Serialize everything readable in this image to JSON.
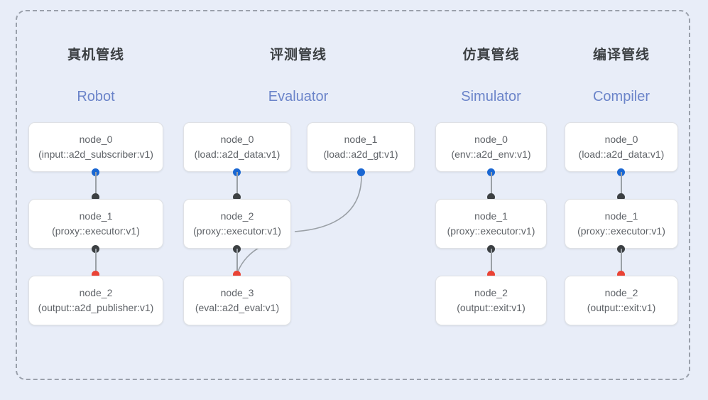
{
  "diagram": {
    "title_hint": "pipeline-topology",
    "background_color": "#e8edf8",
    "border_color": "#9aa0ab",
    "accent_blue": "#1a67d2",
    "accent_red": "#ea4335",
    "accent_dark": "#3c4043",
    "subtitle_color": "#6b84c9"
  },
  "columns": [
    {
      "title_cn": "真机管线",
      "title_en": "Robot",
      "nodes": [
        {
          "id": "node_0",
          "kind": "(input::a2d_subscriber:v1)"
        },
        {
          "id": "node_1",
          "kind": "(proxy::executor:v1)"
        },
        {
          "id": "node_2",
          "kind": "(output::a2d_publisher:v1)"
        }
      ]
    },
    {
      "title_cn": "评测管线",
      "title_en": "Evaluator",
      "nodes": [
        {
          "id": "node_0",
          "kind": "(load::a2d_data:v1)"
        },
        {
          "id": "node_1",
          "kind": "(load::a2d_gt:v1)"
        },
        {
          "id": "node_2",
          "kind": "(proxy::executor:v1)"
        },
        {
          "id": "node_3",
          "kind": "(eval::a2d_eval:v1)"
        }
      ]
    },
    {
      "title_cn": "仿真管线",
      "title_en": "Simulator",
      "nodes": [
        {
          "id": "node_0",
          "kind": "(env::a2d_env:v1)"
        },
        {
          "id": "node_1",
          "kind": "(proxy::executor:v1)"
        },
        {
          "id": "node_2",
          "kind": "(output::exit:v1)"
        }
      ]
    },
    {
      "title_cn": "编译管线",
      "title_en": "Compiler",
      "nodes": [
        {
          "id": "node_0",
          "kind": "(load::a2d_data:v1)"
        },
        {
          "id": "node_1",
          "kind": "(proxy::executor:v1)"
        },
        {
          "id": "node_2",
          "kind": "(output::exit:v1)"
        }
      ]
    }
  ]
}
